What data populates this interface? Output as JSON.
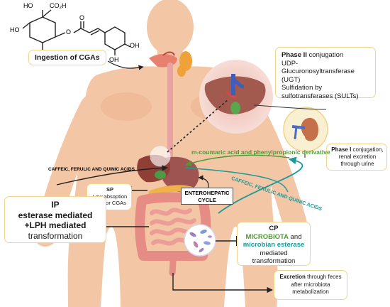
{
  "molecule": {
    "ho_top": "HO",
    "co2h": "CO₂H",
    "ho_left": "HO",
    "oh_bottom": "OH",
    "oh_ring1": "OH",
    "oh_ring2": "OH",
    "ester_o1": "O",
    "ester_o2": "O"
  },
  "ingestion": {
    "label": "Ingestion of CGAs"
  },
  "phase2": {
    "title": "Phase II",
    "title_rest": " conjugation",
    "line1": "UDP-",
    "line2": "Glucuronosyltransferase",
    "line3": "(UGT)",
    "line4": "Sulfidation by",
    "line5": "sulfotransferases (SULTs)"
  },
  "phase1": {
    "title": "Phase I",
    "title_rest": " conjugation,",
    "line2": "renal excretion",
    "line3": "through urine"
  },
  "metabolite_label": "m-coumaric acid and phenylpropionic derivative",
  "caffeic_left": "CAFFEIC, FERULIC AND QUINIC ACIDS",
  "caffeic_right": "CAFFEIC, FERULIC AND QUINIC ACIDS",
  "sp": {
    "title": "SP",
    "line1": "Low absoption",
    "line2": "rate for CGAs"
  },
  "enterohepatic": {
    "line1": "ENTEROHEPATIC",
    "line2": "CYCLE"
  },
  "ip": {
    "title": "IP",
    "line1": "esterase mediated",
    "line2": "+LPH mediated",
    "line3": "transformation"
  },
  "cp": {
    "title": "CP",
    "microbiota": "MICROBIOTA",
    "and": " and",
    "esterase": "microbian esterase",
    "line3": "mediated",
    "line4": "transformation"
  },
  "excretion": {
    "bold": "Excretion",
    "rest": " through feces",
    "line2": "after microbiota",
    "line3": "metabolization"
  },
  "colors": {
    "skin": "#f3c6a6",
    "liver": "#a35a4e",
    "teal": "#1a9a98",
    "green_text": "#4f9a35",
    "box_border": "#f2d38a"
  }
}
